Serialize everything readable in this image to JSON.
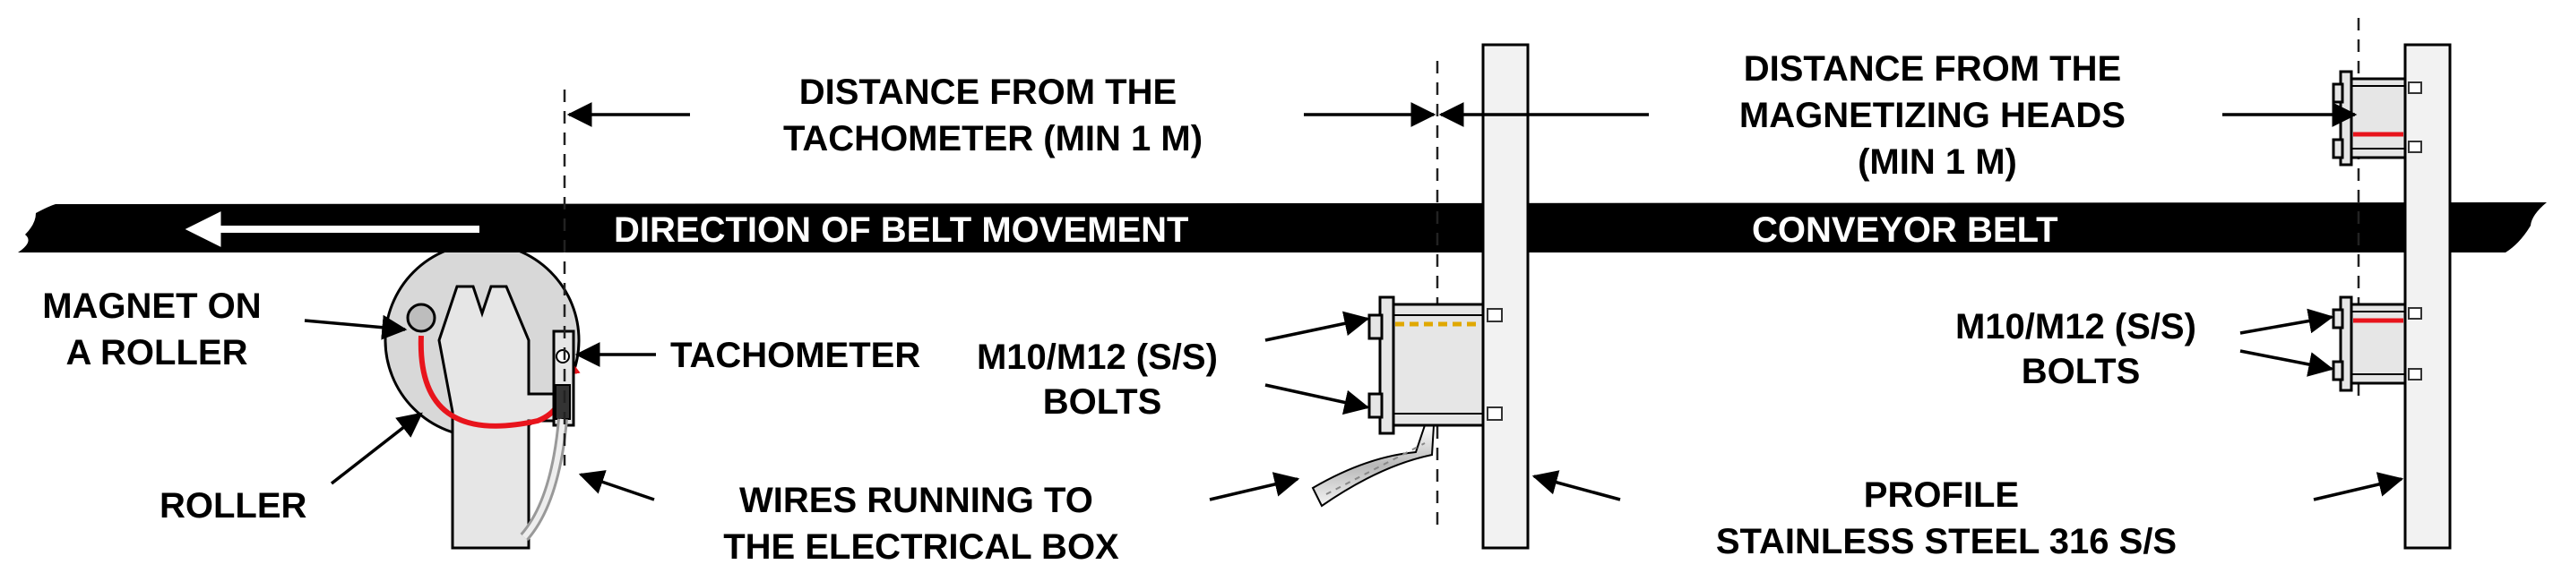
{
  "labels": {
    "distance_tachometer": [
      "DISTANCE FROM THE",
      "TACHOMETER (MIN 1 M)"
    ],
    "distance_magnetizing": [
      "DISTANCE FROM THE",
      "MAGNETIZING HEADS",
      "(MIN 1 M)"
    ],
    "direction_of_belt": "DIRECTION OF BELT MOVEMENT",
    "conveyor_belt": "CONVEYOR BELT",
    "magnet_on_roller": [
      "MAGNET ON",
      "A ROLLER"
    ],
    "tachometer": "TACHOMETER",
    "roller": "ROLLER",
    "bolts_left": [
      "M10/M12 (S/S)",
      "BOLTS"
    ],
    "bolts_right": [
      "M10/M12 (S/S)",
      "BOLTS"
    ],
    "wires": [
      "WIRES RUNNING TO",
      "THE ELECTRICAL BOX"
    ],
    "profile": [
      "PROFILE",
      "STAINLESS STEEL 316 S/S"
    ]
  },
  "colors": {
    "belt": "#000000",
    "rotation_arrow": "#e8141c",
    "magnet_stripe": "#e8141c",
    "stripe_yellow": "#e0a800",
    "metal": "#e6e6e6"
  }
}
